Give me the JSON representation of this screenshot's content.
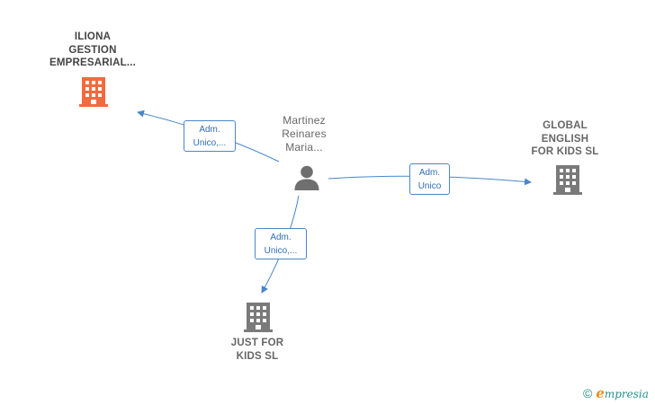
{
  "diagram": {
    "nodes": [
      {
        "id": "iliona",
        "type": "company",
        "highlight": true,
        "lines": [
          "ILIONA",
          "GESTION",
          "EMPRESARIAL..."
        ]
      },
      {
        "id": "martinez",
        "type": "person",
        "lines": [
          "Martinez",
          "Reinares",
          "Maria..."
        ]
      },
      {
        "id": "global",
        "type": "company",
        "highlight": false,
        "lines": [
          "GLOBAL",
          "ENGLISH",
          "FOR KIDS  SL"
        ]
      },
      {
        "id": "justfor",
        "type": "company",
        "highlight": false,
        "lines": [
          "JUST FOR",
          "KIDS  SL"
        ]
      }
    ],
    "edges": [
      {
        "from": "martinez",
        "to": "iliona",
        "lines": [
          "Adm.",
          "Unico,..."
        ]
      },
      {
        "from": "martinez",
        "to": "global",
        "lines": [
          "Adm.",
          "Unico"
        ]
      },
      {
        "from": "martinez",
        "to": "justfor",
        "lines": [
          "Adm.",
          "Unico,..."
        ]
      }
    ]
  },
  "colors": {
    "highlight_company": "#f26a3d",
    "company": "#7a7a7a",
    "person": "#6f6f6f",
    "edge": "#4a86c8",
    "edge_text": "#2f6db5"
  },
  "icons": {
    "company": "building-icon",
    "person": "person-icon",
    "copyright": "copyright-icon"
  },
  "brand": {
    "copyright": "©",
    "first_letter": "e",
    "rest": "mpresia"
  }
}
